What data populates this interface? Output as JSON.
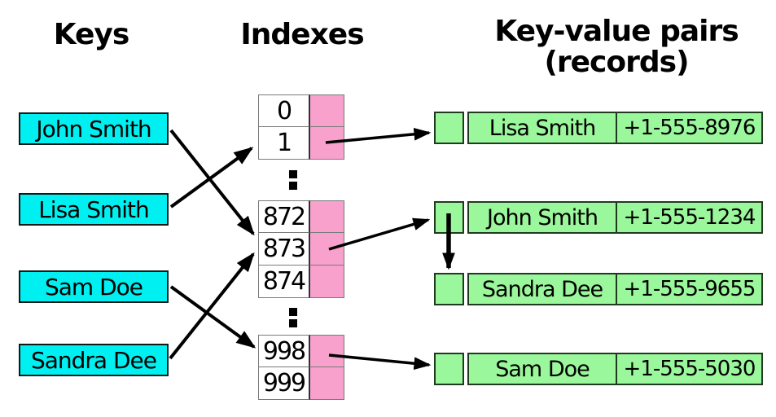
{
  "headings": {
    "keys": "Keys",
    "indexes": "Indexes",
    "records_line1": "Key-value pairs",
    "records_line2": "(records)"
  },
  "keys": [
    {
      "label": "John Smith"
    },
    {
      "label": "Lisa Smith"
    },
    {
      "label": "Sam Doe"
    },
    {
      "label": "Sandra Dee"
    }
  ],
  "index_tables": [
    {
      "rows": [
        "0",
        "1"
      ]
    },
    {
      "rows": [
        "872",
        "873",
        "874"
      ]
    },
    {
      "rows": [
        "998",
        "999"
      ]
    }
  ],
  "symbols": {
    "ellipsis": ":"
  },
  "records": [
    {
      "name": "Lisa Smith",
      "phone": "+1-555-8976"
    },
    {
      "name": "John Smith",
      "phone": "+1-555-1234"
    },
    {
      "name": "Sandra Dee",
      "phone": "+1-555-9655"
    },
    {
      "name": "Sam Doe",
      "phone": "+1-555-5030"
    }
  ],
  "arrows": [
    {
      "from": "John Smith key",
      "to": "index 873"
    },
    {
      "from": "Lisa Smith key",
      "to": "index 1"
    },
    {
      "from": "Sam Doe key",
      "to": "index 998"
    },
    {
      "from": "Sandra Dee key",
      "to": "index 873"
    },
    {
      "from": "bucket 1",
      "to": "Lisa Smith record"
    },
    {
      "from": "bucket 873",
      "to": "John Smith record"
    },
    {
      "from": "bucket 998",
      "to": "Sam Doe record"
    },
    {
      "from": "John Smith record pointer",
      "to": "Sandra Dee record"
    }
  ],
  "colors": {
    "key_fill": "#00eff0",
    "bucket_fill": "#f7a1cc",
    "record_fill": "#9bf79b",
    "record_border": "#203a20",
    "arrow_color": "#000000",
    "bg": "#ffffff"
  }
}
